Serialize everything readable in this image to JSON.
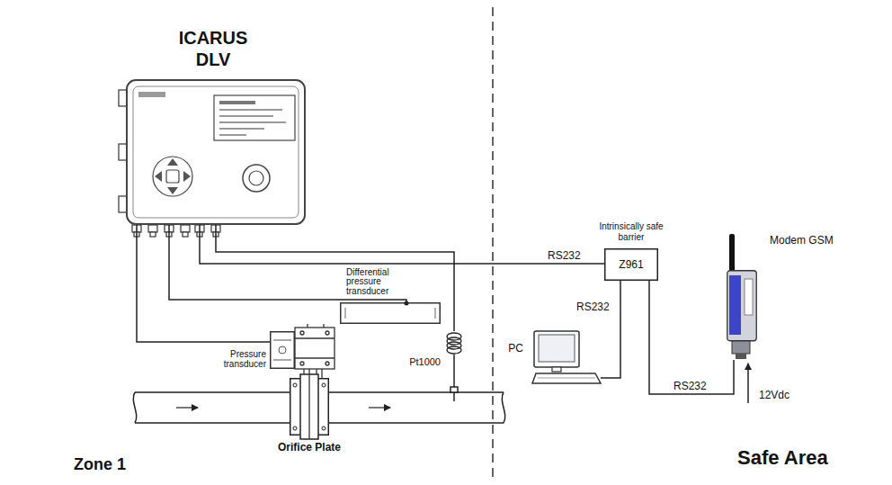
{
  "diagram": {
    "nodes": [
      {
        "text": [
          "ICARUS DLV"
        ]
      },
      {
        "text": [
          "Differential pressure transducer"
        ]
      },
      {
        "text": [
          "Pressure transducer"
        ]
      },
      {
        "text": [
          "Pt1000"
        ]
      },
      {
        "text": [
          "Orifice Plate"
        ]
      },
      {
        "text": [
          "Intrinsically safe barrier",
          "Z961"
        ]
      },
      {
        "text": [
          "PC"
        ]
      },
      {
        "text": [
          "Modem GSM"
        ]
      }
    ],
    "edges": [
      {
        "from": 0,
        "to": 5,
        "label": "RS232",
        "arrow": "none"
      },
      {
        "from": 5,
        "to": 6,
        "label": "RS232",
        "arrow": "none"
      },
      {
        "from": 5,
        "to": 7,
        "label": "RS232",
        "arrow": "none"
      },
      {
        "from": 0,
        "to": 1,
        "arrow": "none"
      },
      {
        "from": 0,
        "to": 2,
        "arrow": "none"
      },
      {
        "from": 0,
        "to": 3,
        "arrow": "none"
      }
    ],
    "labels": [
      "Zone 1",
      "Safe Area",
      "12Vdc"
    ]
  }
}
